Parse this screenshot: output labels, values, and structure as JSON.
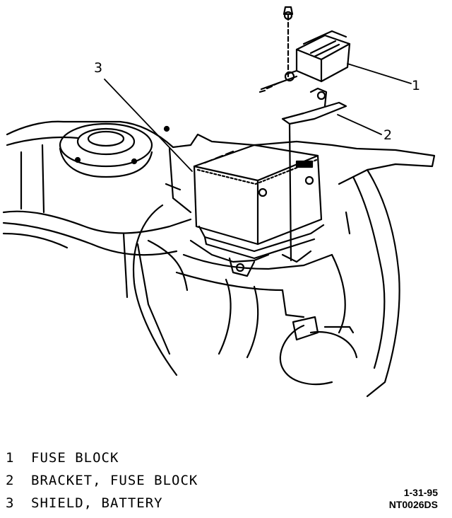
{
  "callouts": [
    {
      "id": "1",
      "label": "1"
    },
    {
      "id": "2",
      "label": "2"
    },
    {
      "id": "3",
      "label": "3"
    }
  ],
  "legend": [
    {
      "num": "1",
      "text": "FUSE BLOCK"
    },
    {
      "num": "2",
      "text": "BRACKET, FUSE BLOCK"
    },
    {
      "num": "3",
      "text": "SHIELD, BATTERY"
    }
  ],
  "figure_code": {
    "date": "1-31-95",
    "id": "NT0026DS"
  },
  "colors": {
    "ink": "#000000",
    "paper": "#ffffff"
  }
}
